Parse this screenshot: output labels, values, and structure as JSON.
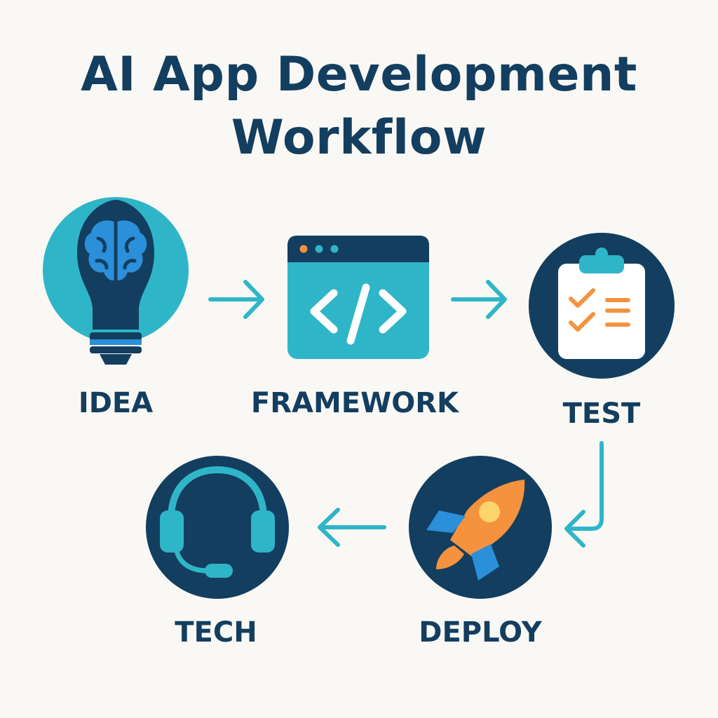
{
  "title": {
    "line1": "AI App Development",
    "line2": "Workflow"
  },
  "steps": [
    {
      "label": "IDEA",
      "icon": "lightbulb-brain-icon"
    },
    {
      "label": "FRAMEWORK",
      "icon": "code-window-icon"
    },
    {
      "label": "TEST",
      "icon": "clipboard-checklist-icon"
    },
    {
      "label": "DEPLOY",
      "icon": "rocket-icon"
    },
    {
      "label": "TECH",
      "icon": "headset-icon"
    }
  ],
  "colors": {
    "navy": "#133e5f",
    "teal": "#2fb5c8",
    "blue": "#2b8fd9",
    "orange": "#f5923e",
    "yellow": "#fbd46b",
    "background": "#faf8f4"
  }
}
